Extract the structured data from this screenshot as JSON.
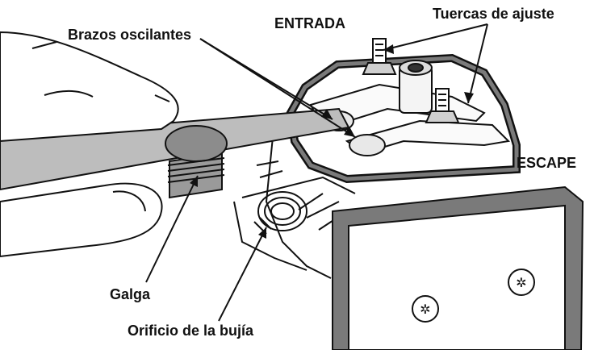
{
  "labels": {
    "rocker_arms": "Brazos oscilantes",
    "intake": "ENTRADA",
    "adjusting_nuts": "Tuercas de ajuste",
    "exhaust": "ESCAPE",
    "feeler_gauge": "Galga",
    "spark_plug_hole": "Orificio de la bujía"
  },
  "colors": {
    "ink": "#111111",
    "gasket_gray": "#7a7a7a",
    "blade_gray": "#bdbdbd",
    "disc_gray": "#8c8c8c",
    "background": "#ffffff"
  }
}
